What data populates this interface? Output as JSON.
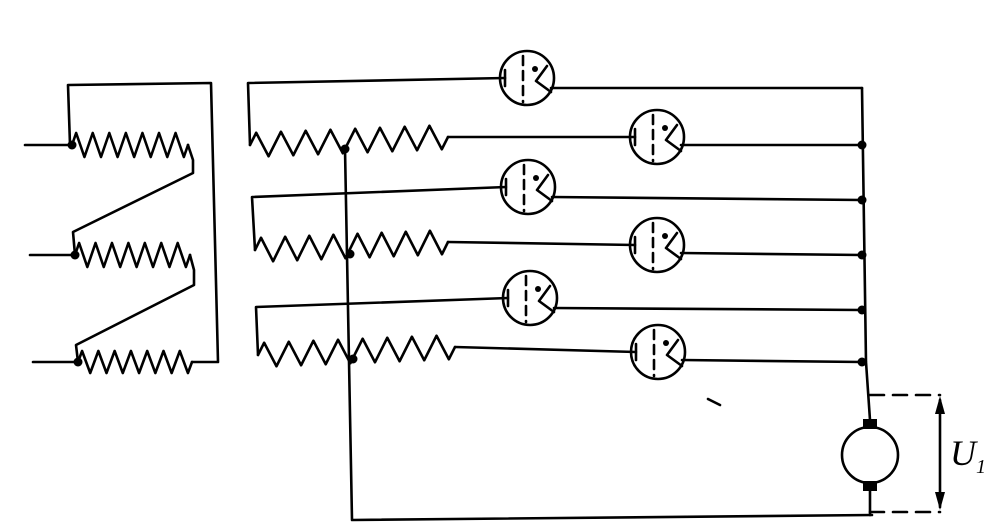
{
  "diagram": {
    "voltage_label": "U",
    "voltage_subscript": "1",
    "tube_count": 6,
    "primary_windings": 3,
    "secondary_windings": 3
  },
  "colors": {
    "ink": "#000000",
    "background": "#ffffff"
  }
}
